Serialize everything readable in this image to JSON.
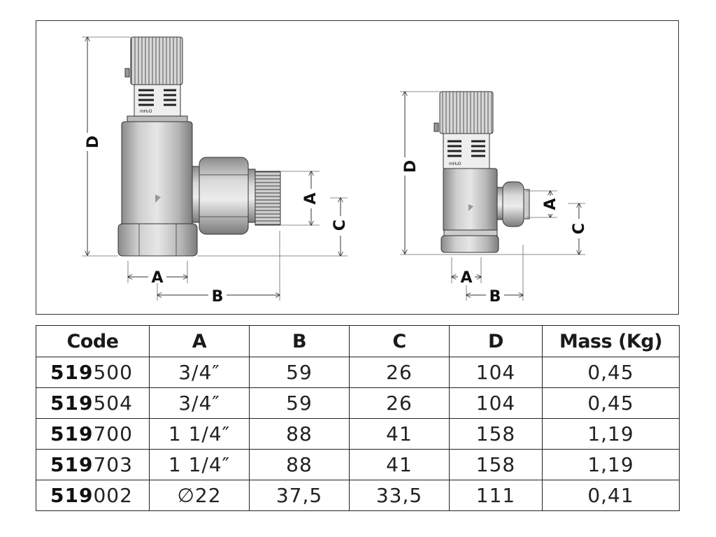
{
  "drawing": {
    "large_valve": {
      "dim_labels": {
        "a_horizontal": "A",
        "a_vertical": "A",
        "b": "B",
        "c": "C",
        "d": "D"
      },
      "scale_unit": "mH₂O"
    },
    "small_valve": {
      "dim_labels": {
        "a_horizontal": "A",
        "a_vertical": "A",
        "b": "B",
        "c": "C",
        "d": "D"
      },
      "scale_unit": "mH₂O"
    }
  },
  "table": {
    "headers": [
      "Code",
      "A",
      "B",
      "C",
      "D",
      "Mass (Kg)"
    ],
    "rows": [
      {
        "code_prefix": "519",
        "code_suffix": "500",
        "a": "3/4″",
        "b": "59",
        "c": "26",
        "d": "104",
        "mass": "0,45"
      },
      {
        "code_prefix": "519",
        "code_suffix": "504",
        "a": "3/4″",
        "b": "59",
        "c": "26",
        "d": "104",
        "mass": "0,45"
      },
      {
        "code_prefix": "519",
        "code_suffix": "700",
        "a": "1 1/4″",
        "b": "88",
        "c": "41",
        "d": "158",
        "mass": "1,19"
      },
      {
        "code_prefix": "519",
        "code_suffix": "703",
        "a": "1 1/4″",
        "b": "88",
        "c": "41",
        "d": "158",
        "mass": "1,19"
      },
      {
        "code_prefix": "519",
        "code_suffix": "002",
        "a": "∅22",
        "b": "37,5",
        "c": "33,5",
        "d": "111",
        "mass": "0,41"
      }
    ]
  }
}
